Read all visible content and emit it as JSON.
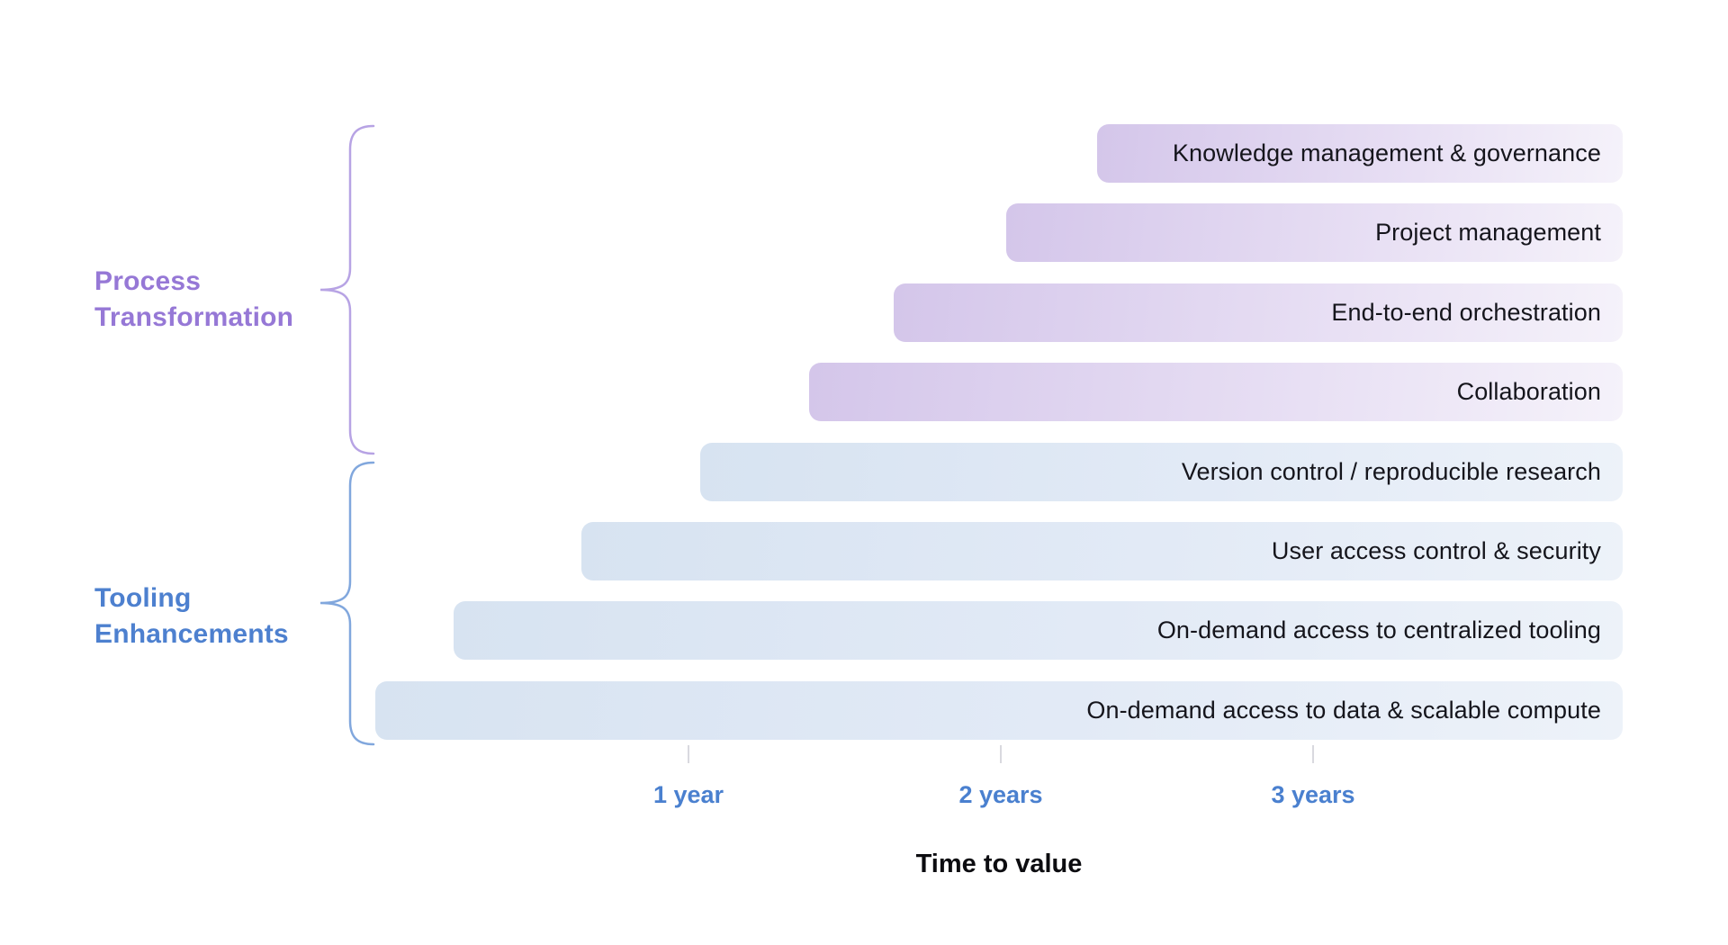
{
  "chart_data": {
    "type": "bar",
    "orientation": "horizontal",
    "xlabel": "Time to value",
    "x_range_years": [
      0,
      4
    ],
    "x_ticks": [
      {
        "value": 1,
        "label": "1 year"
      },
      {
        "value": 2,
        "label": "2 years"
      },
      {
        "value": 3,
        "label": "3 years"
      }
    ],
    "grid": false,
    "legend_position": "left-braces",
    "groups": [
      {
        "name": "Process Transformation",
        "accent_color": "#9678d6",
        "brace_color": "#b7a3e4",
        "bar_gradient": [
          "#d4c6ea",
          "#f5f2fa"
        ],
        "items": [
          {
            "label": "Knowledge management & governance",
            "start_years": 2.31,
            "end_years": 4.0
          },
          {
            "label": "Project management",
            "start_years": 2.02,
            "end_years": 4.0
          },
          {
            "label": "End-to-end orchestration",
            "start_years": 1.66,
            "end_years": 4.0
          },
          {
            "label": "Collaboration",
            "start_years": 1.39,
            "end_years": 4.0
          }
        ]
      },
      {
        "name": "Tooling Enhancements",
        "accent_color": "#4d80cf",
        "brace_color": "#81a7dd",
        "bar_gradient": [
          "#d7e3f1",
          "#edf2f9"
        ],
        "items": [
          {
            "label": "Version control / reproducible research",
            "start_years": 1.04,
            "end_years": 4.0
          },
          {
            "label": "User access control & security",
            "start_years": 0.66,
            "end_years": 4.0
          },
          {
            "label": "On-demand access to centralized tooling",
            "start_years": 0.25,
            "end_years": 4.0
          },
          {
            "label": "On-demand access to data & scalable compute",
            "start_years": 0.0,
            "end_years": 4.0
          }
        ]
      }
    ]
  }
}
